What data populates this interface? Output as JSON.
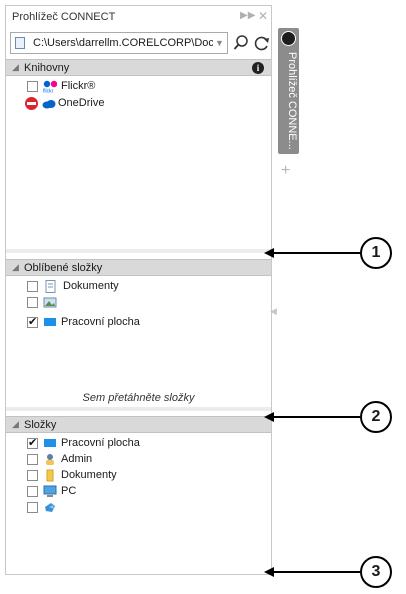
{
  "docker": {
    "title": "Prohlížeč CONNECT",
    "path": "C:\\Users\\darrellm.CORELCORP\\Doc"
  },
  "sidetab": {
    "label": "Prohlížeč CONNE..."
  },
  "libraries": {
    "header": "Knihovny",
    "items": [
      {
        "label": "Flickr®",
        "icon": "flickr-icon",
        "checked": false
      },
      {
        "label": "OneDrive",
        "icon": "onedrive-icon",
        "status": "blocked"
      }
    ]
  },
  "favorites": {
    "header": "Oblíbené složky",
    "items": [
      {
        "label": "Dokumenty",
        "icon": "document-icon",
        "checked": false
      },
      {
        "label": "",
        "icon": "image-folder-icon",
        "checked": false
      },
      {
        "label": "Pracovní plocha",
        "icon": "desktop-icon",
        "checked": true
      }
    ],
    "drop_hint": "Sem přetáhněte složky"
  },
  "folders": {
    "header": "Složky",
    "items": [
      {
        "label": "Pracovní plocha",
        "icon": "desktop-icon",
        "checked": true
      },
      {
        "label": "Admin",
        "icon": "user-folder-icon",
        "checked": false
      },
      {
        "label": "Dokumenty",
        "icon": "folder-icon",
        "checked": false
      },
      {
        "label": "PC",
        "icon": "computer-icon",
        "checked": false
      },
      {
        "label": "",
        "icon": "network-icon",
        "checked": false
      }
    ]
  },
  "callouts": [
    "1",
    "2",
    "3"
  ]
}
